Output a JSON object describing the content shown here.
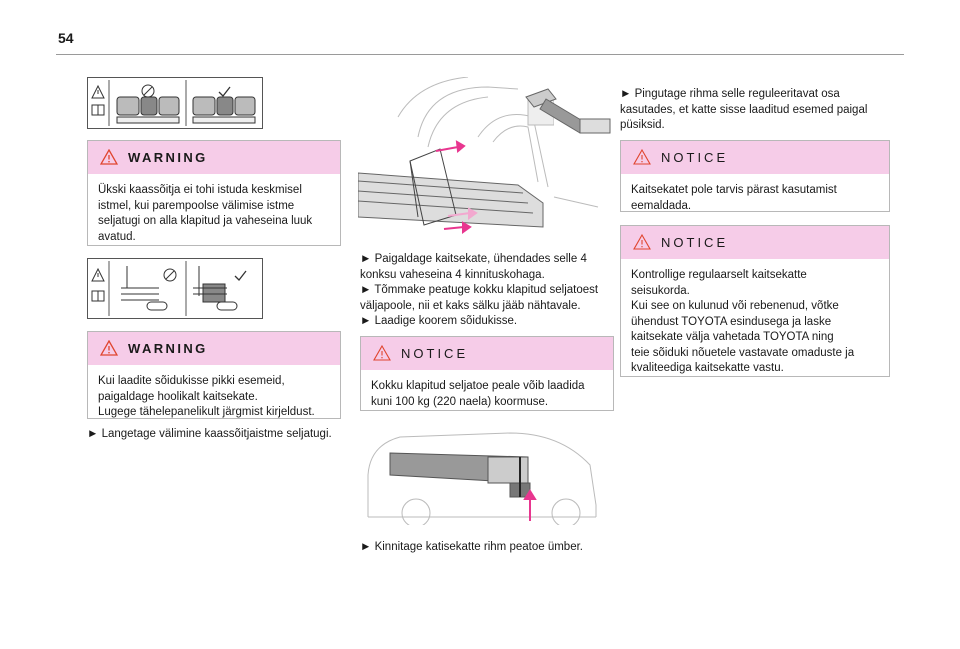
{
  "page": {
    "number": "54"
  },
  "col1": {
    "warning1": {
      "title": "WARNING",
      "text": "Ükski kaassõitja ei tohi istuda keskmisel\nistmel, kui parempoolse välimise istme\nseljatugi on alla klapitud ja vaheseina luuk\navatud."
    },
    "warning2": {
      "title": "WARNING",
      "text": "Kui laadite sõidukisse pikki esemeid,\npaigaldage hoolikalt kaitsekate.\nLugege tähelepanelikult järgmist kirjeldust."
    },
    "step": "► Langetage välimine kaassõitjaistme seljatugi."
  },
  "col2": {
    "steps": "► Paigaldage kaitsekate, ühendades selle 4\nkonksu vaheseina 4 kinnituskohaga.\n► Tõmmake peatuge kokku klapitud seljatoest\nväljapoole, nii et kaks sälku jääb nähtavale.\n► Laadige koorem sõidukisse.",
    "notice": {
      "title": "NOTICE",
      "text": "Kokku klapitud seljatoe peale võib laadida\nkuni 100 kg (220 naela) koormuse."
    },
    "step2": "► Kinnitage katisekatte rihm peatoe ümber."
  },
  "col3": {
    "step": "► Pingutage rihma selle reguleeritavat osa\nkasutades, et katte sisse laaditud esemed paigal\npüsiksid.",
    "notice1": {
      "title": "NOTICE",
      "text": "Kaitsekatet pole tarvis pärast kasutamist\neemaldada."
    },
    "notice2": {
      "title": "NOTICE",
      "text": "Kontrollige regulaarselt kaitsekatte\nseisukorda.\nKui see on kulunud või rebenenud, võtke\nühendust TOYOTA esindusega ja laske\nkaitsekate välja vahetada TOYOTA ning\nteie sõiduki nõuetele vastavate omaduste ja\nkvaliteediga kaitsekatte vastu."
    }
  },
  "colors": {
    "warning_header": "#f6cce8",
    "arrow_pink": "#e8368f",
    "rule": "#9a9a9a"
  }
}
